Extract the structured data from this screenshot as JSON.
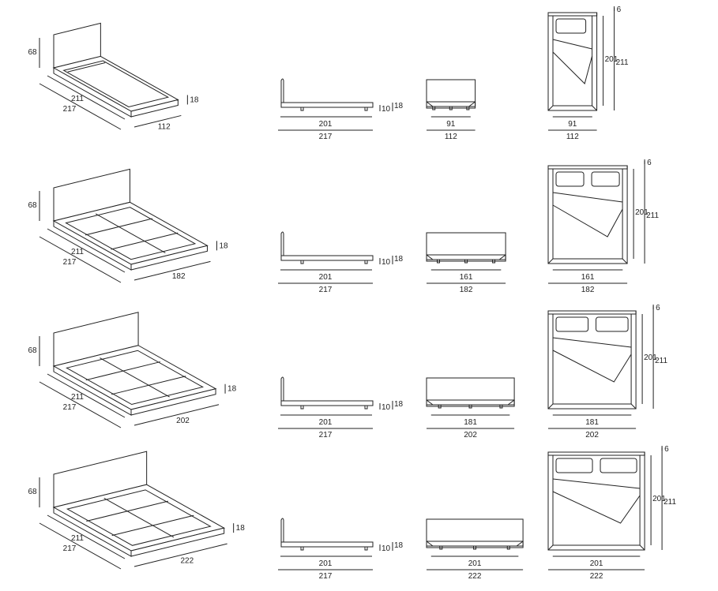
{
  "title": "Bed dimension drawings",
  "common": {
    "headboard_height": "68",
    "frame_height": "18",
    "leg_height": "10",
    "headboard_thickness": "6",
    "inner_length": "211",
    "outer_length": "217",
    "mattress_length": "201",
    "top_length": "211"
  },
  "rows": [
    {
      "width": 112,
      "mattress": 91,
      "width_label": "112",
      "mattress_label": "91",
      "pillows": 1
    },
    {
      "width": 182,
      "mattress": 161,
      "width_label": "182",
      "mattress_label": "161",
      "pillows": 2
    },
    {
      "width": 202,
      "mattress": 181,
      "width_label": "202",
      "mattress_label": "181",
      "pillows": 2
    },
    {
      "width": 222,
      "mattress": 201,
      "width_label": "222",
      "mattress_label": "201",
      "pillows": 2
    }
  ]
}
